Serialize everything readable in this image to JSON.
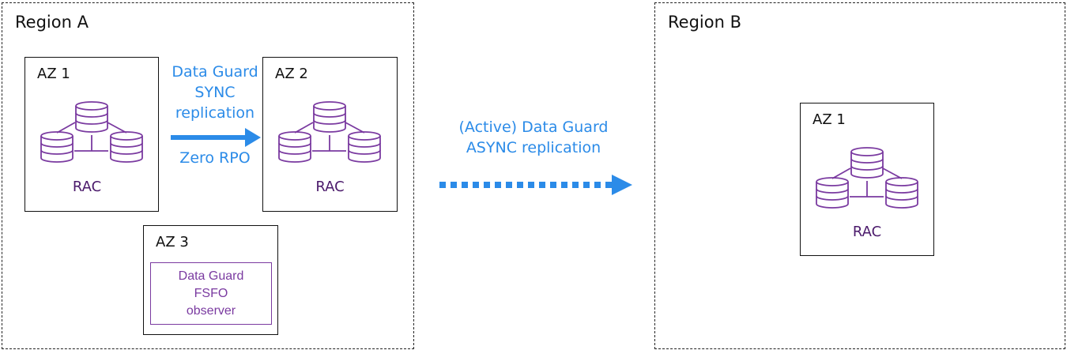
{
  "colors": {
    "accent_blue": "#2b8be8",
    "rac_purple": "#7a3aa0",
    "rac_label": "#4b1a6b",
    "border": "#111111"
  },
  "region_a": {
    "title": "Region A",
    "az1": {
      "title": "AZ 1",
      "icon": "rac-cluster-icon",
      "label": "RAC"
    },
    "az2": {
      "title": "AZ 2",
      "icon": "rac-cluster-icon",
      "label": "RAC"
    },
    "az3": {
      "title": "AZ 3",
      "observer_lines": [
        "Data Guard",
        "FSFO",
        "observer"
      ]
    },
    "sync_link": {
      "lines": [
        "Data Guard",
        "SYNC",
        "replication"
      ],
      "rpo": "Zero RPO",
      "icon": "solid-arrow-right-icon"
    }
  },
  "async_link": {
    "lines": [
      "(Active) Data Guard",
      "ASYNC replication"
    ],
    "icon": "dotted-arrow-right-icon"
  },
  "region_b": {
    "title": "Region B",
    "az1": {
      "title": "AZ 1",
      "icon": "rac-cluster-icon",
      "label": "RAC"
    }
  }
}
